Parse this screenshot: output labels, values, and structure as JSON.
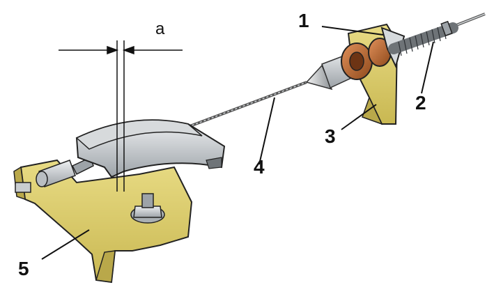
{
  "diagram": {
    "callouts": [
      "1",
      "2",
      "3",
      "4",
      "5"
    ],
    "dimension_label": "a"
  },
  "colors": {
    "bracket": "#d9c96a",
    "bracket_shadow": "#b9a84a",
    "clamp_block": "#c9cdd0",
    "washer": "#b5652a",
    "spring": "#8a8e92",
    "outline": "#111111"
  }
}
